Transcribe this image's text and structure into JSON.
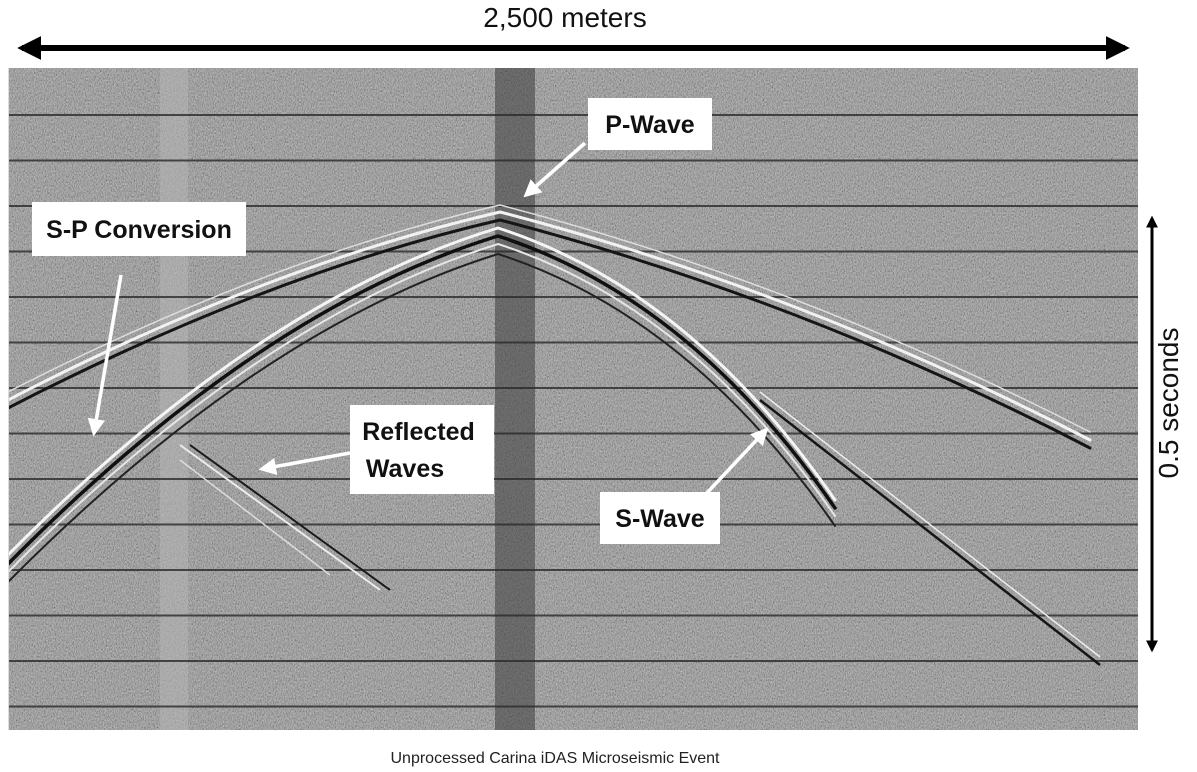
{
  "width_dimension": {
    "label": "2,500 meters"
  },
  "time_dimension": {
    "label": "0.5 seconds"
  },
  "annotations": {
    "p_wave": "P-Wave",
    "s_p_conversion": "S-P Conversion",
    "reflected_waves": [
      "Reflected",
      "Waves"
    ],
    "s_wave": "S-Wave"
  },
  "caption": "Unprocessed Carina iDAS Microseismic Event",
  "colors": {
    "background": "#808080",
    "arrow": "#ffffff",
    "dimension": "#000000"
  }
}
